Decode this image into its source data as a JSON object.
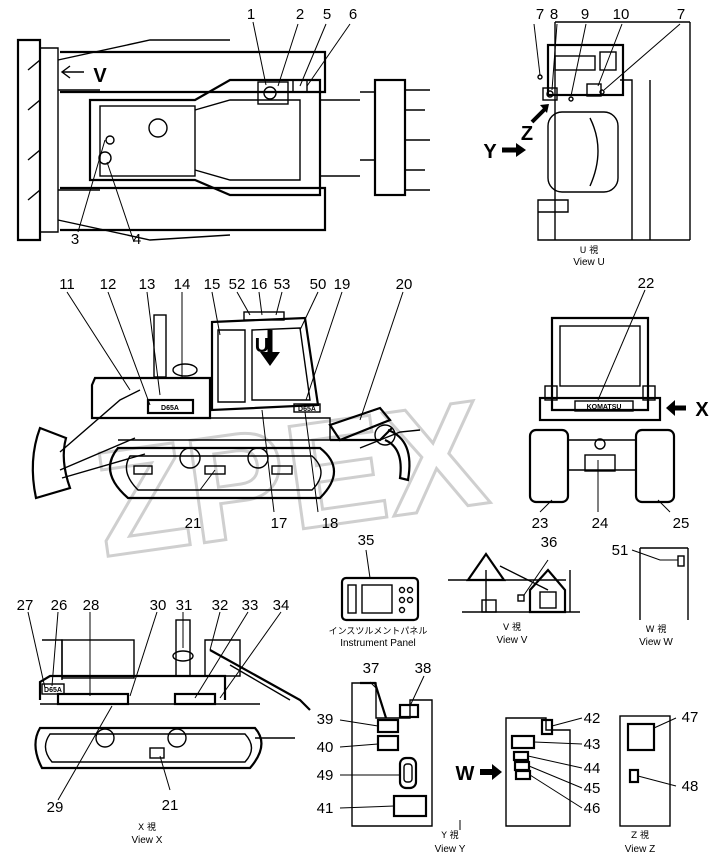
{
  "callouts": [
    "1",
    "2",
    "3",
    "4",
    "5",
    "6",
    "7",
    "8",
    "9",
    "10",
    "11",
    "12",
    "13",
    "14",
    "15",
    "16",
    "17",
    "18",
    "19",
    "20",
    "21",
    "22",
    "23",
    "24",
    "25",
    "26",
    "27",
    "28",
    "29",
    "30",
    "31",
    "32",
    "33",
    "34",
    "35",
    "36",
    "37",
    "38",
    "39",
    "40",
    "41",
    "42",
    "43",
    "44",
    "45",
    "46",
    "47",
    "48",
    "49",
    "50",
    "51",
    "52",
    "53"
  ],
  "view_letters": {
    "v": "V",
    "u": "U",
    "x": "X",
    "y": "Y",
    "z": "Z",
    "w": "W"
  },
  "captions": {
    "view_u": {
      "jp": "U 視",
      "en": "View U"
    },
    "instrument_panel": {
      "jp": "インスツルメントパネル",
      "en": "Instrument Panel"
    },
    "view_v": {
      "jp": "V 視",
      "en": "View V"
    },
    "view_w": {
      "jp": "W 視",
      "en": "View W"
    },
    "view_x": {
      "jp": "X 視",
      "en": "View X"
    },
    "view_y": {
      "jp": "Y 視",
      "en": "View Y"
    },
    "view_z": {
      "jp": "Z 視",
      "en": "View Z"
    }
  },
  "brand_plate": "KOMATSU",
  "plate_small": "D65A",
  "watermark": "ZPEX",
  "colors": {
    "line": "#000000",
    "watermark": "#cfcfcf",
    "background": "#ffffff"
  }
}
